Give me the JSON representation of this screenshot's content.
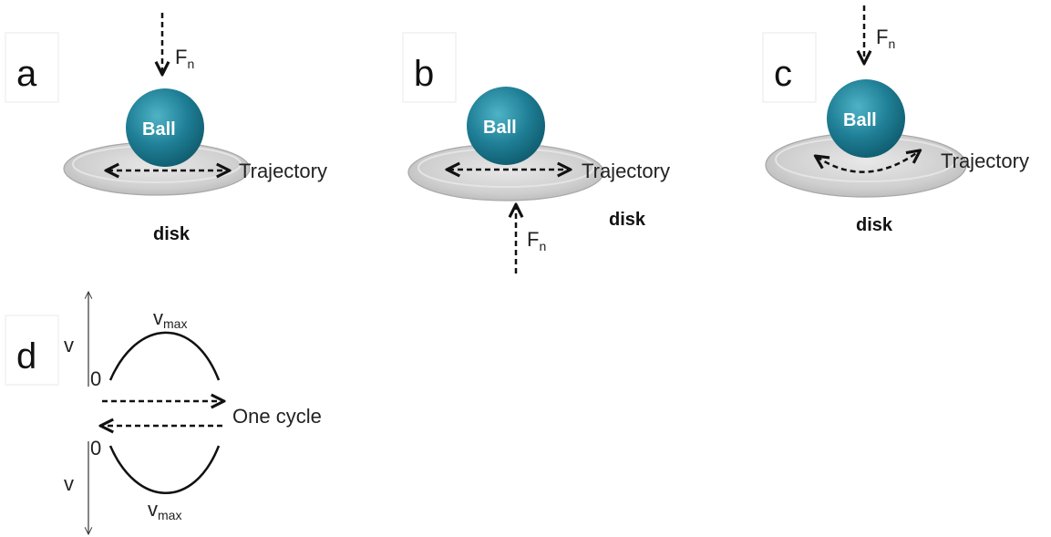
{
  "panels": {
    "a": {
      "letter": "a",
      "ball": "Ball",
      "force": "F",
      "force_sub": "n",
      "trajectory": "Trajectory",
      "disk": "disk"
    },
    "b": {
      "letter": "b",
      "ball": "Ball",
      "force": "F",
      "force_sub": "n",
      "trajectory": "Trajectory",
      "disk": "disk"
    },
    "c": {
      "letter": "c",
      "ball": "Ball",
      "force": "F",
      "force_sub": "n",
      "trajectory": "Trajectory",
      "disk": "disk"
    },
    "d": {
      "letter": "d",
      "v_top": "v",
      "v_bottom": "v",
      "zero_top": "0",
      "zero_bottom": "0",
      "vmax_top": "v",
      "vmax_top_sub": "max",
      "vmax_bottom": "v",
      "vmax_bottom_sub": "max",
      "cycle": "One cycle"
    }
  },
  "colors": {
    "ball": "#1f7f96",
    "disk": "#cfcfcf",
    "line": "#111111"
  }
}
